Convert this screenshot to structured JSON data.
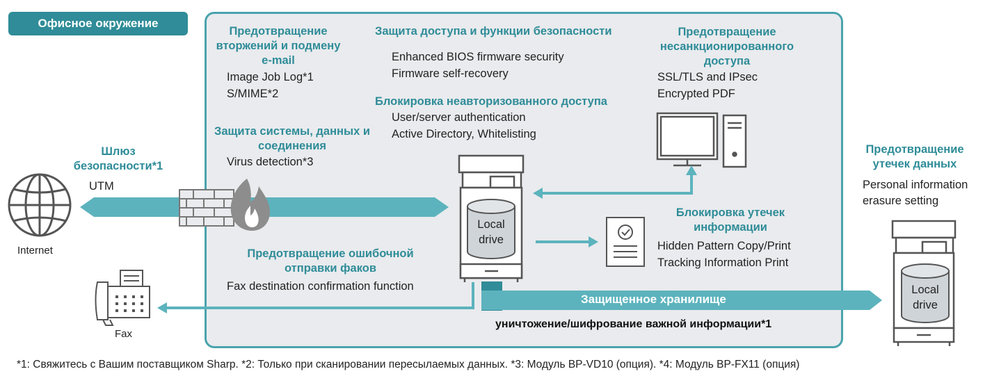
{
  "office": {
    "label": "Офисное окружение"
  },
  "gateway": {
    "title": "Шлюз безопасности*1",
    "item": "UTM"
  },
  "internet": {
    "label": "Internet"
  },
  "fax_device": {
    "label": "Fax"
  },
  "intrusion": {
    "title": "Предотвращение вторжений и подмену e-mail",
    "items": [
      "Image Job Log*1",
      "S/MIME*2"
    ]
  },
  "system_protection": {
    "title": "Защита системы, данных и соединения",
    "items": [
      "Virus detection*3"
    ]
  },
  "access_security": {
    "title": "Защита доступа и функции безопасности",
    "items": [
      "Enhanced BIOS firmware security",
      "Firmware self-recovery"
    ]
  },
  "unauthorized_block": {
    "title": "Блокировка неавторизованного доступа",
    "items": [
      "User/server authentication",
      "Active Directory, Whitelisting"
    ]
  },
  "unauthorized_prevent": {
    "title": "Предотвращение несанкционированного доступа",
    "items": [
      "SSL/TLS and IPsec",
      "Encrypted PDF"
    ]
  },
  "leak_block": {
    "title": "Блокировка утечек информации",
    "items": [
      "Hidden Pattern Copy/Print",
      "Tracking Information Print"
    ]
  },
  "fax_misdelivery": {
    "title": "Предотвращение ошибочной отправки факов",
    "items": [
      "Fax destination confirmation function"
    ]
  },
  "leak_prevent": {
    "title": "Предотвращение утечек данных",
    "items": [
      "Personal information",
      "erasure setting"
    ]
  },
  "mfp_main": {
    "drive_label": "Local drive"
  },
  "mfp_remote": {
    "drive_label": "Local drive"
  },
  "secure_storage": {
    "label": "Защищенное хранилище",
    "caption": "уничтожение/шифрование важной информации*1"
  },
  "footnotes": "*1: Свяжитесь с Вашим поставщиком Sharp.  *2: Только при сканировании пересылаемых данных.  *3: Модуль BP-VD10 (опция).  *4: Модуль BP-FX11 (опция)",
  "colors": {
    "accent": "#2f8c98",
    "arrow": "#5cb3bd",
    "panel_bg": "#e9ebee",
    "panel_border": "#4aa3ad"
  }
}
